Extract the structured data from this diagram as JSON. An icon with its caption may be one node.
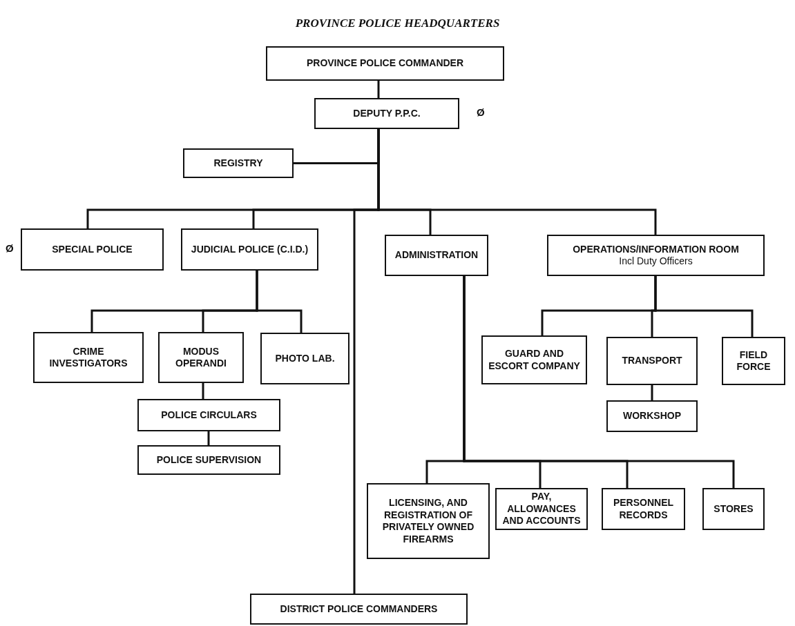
{
  "diagram": {
    "title": "PROVINCE POLICE HEADQUARTERS",
    "nodes": [
      {
        "text": [
          "PROVINCE POLICE COMMANDER"
        ]
      },
      {
        "text": [
          "DEPUTY P.P.C."
        ],
        "beside": [
          "Ø"
        ]
      },
      {
        "text": [
          "REGISTRY"
        ]
      },
      {
        "text": [
          "SPECIAL POLICE"
        ],
        "beside": [
          "Ø"
        ]
      },
      {
        "text": [
          "JUDICIAL POLICE (C.I.D.)"
        ]
      },
      {
        "text": [
          "ADMINISTRATION"
        ]
      },
      {
        "text": [
          "OPERATIONS/INFORMATION ROOM",
          "Incl Duty Officers"
        ]
      },
      {
        "text": [
          "CRIME INVESTIGATORS"
        ]
      },
      {
        "text": [
          "MODUS OPERANDI"
        ]
      },
      {
        "text": [
          "PHOTO LAB."
        ]
      },
      {
        "text": [
          "POLICE CIRCULARS"
        ]
      },
      {
        "text": [
          "POLICE SUPERVISION"
        ]
      },
      {
        "text": [
          "GUARD AND ESCORT COMPANY"
        ]
      },
      {
        "text": [
          "TRANSPORT"
        ]
      },
      {
        "text": [
          "FIELD FORCE"
        ]
      },
      {
        "text": [
          "WORKSHOP"
        ]
      },
      {
        "text": [
          "LICENSING, AND REGISTRATION OF PRIVATELY OWNED FIREARMS"
        ]
      },
      {
        "text": [
          "PAY, ALLOWANCES AND ACCOUNTS"
        ]
      },
      {
        "text": [
          "PERSONNEL RECORDS"
        ]
      },
      {
        "text": [
          "STORES"
        ]
      },
      {
        "text": [
          "DISTRICT POLICE COMMANDERS"
        ]
      }
    ],
    "edges": [
      {
        "from": 0,
        "to": 1,
        "arrow": "none"
      },
      {
        "from": 1,
        "to": 2,
        "arrow": "none"
      },
      {
        "from": 1,
        "to": 3,
        "arrow": "none"
      },
      {
        "from": 1,
        "to": 4,
        "arrow": "none"
      },
      {
        "from": 1,
        "to": 20,
        "arrow": "none"
      },
      {
        "from": 1,
        "to": 5,
        "arrow": "none"
      },
      {
        "from": 1,
        "to": 6,
        "arrow": "none"
      },
      {
        "from": 4,
        "to": 7,
        "arrow": "none"
      },
      {
        "from": 4,
        "to": 8,
        "arrow": "none"
      },
      {
        "from": 4,
        "to": 9,
        "arrow": "none"
      },
      {
        "from": 8,
        "to": 10,
        "arrow": "none"
      },
      {
        "from": 10,
        "to": 11,
        "arrow": "none"
      },
      {
        "from": 6,
        "to": 12,
        "arrow": "none"
      },
      {
        "from": 6,
        "to": 13,
        "arrow": "none"
      },
      {
        "from": 6,
        "to": 14,
        "arrow": "none"
      },
      {
        "from": 13,
        "to": 15,
        "arrow": "none"
      },
      {
        "from": 5,
        "to": 16,
        "arrow": "none"
      },
      {
        "from": 5,
        "to": 17,
        "arrow": "none"
      },
      {
        "from": 5,
        "to": 18,
        "arrow": "none"
      },
      {
        "from": 5,
        "to": 19,
        "arrow": "none"
      }
    ]
  }
}
